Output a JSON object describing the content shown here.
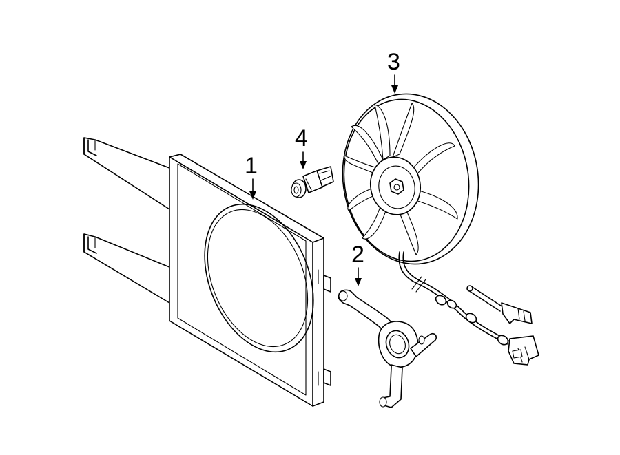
{
  "callouts": [
    {
      "id": "1",
      "label": "1",
      "part": "fan-shroud"
    },
    {
      "id": "2",
      "label": "2",
      "part": "mounting-bracket"
    },
    {
      "id": "3",
      "label": "3",
      "part": "fan-assembly"
    },
    {
      "id": "4",
      "label": "4",
      "part": "temperature-switch"
    }
  ],
  "colors": {
    "line": "#000000",
    "background": "#ffffff"
  }
}
